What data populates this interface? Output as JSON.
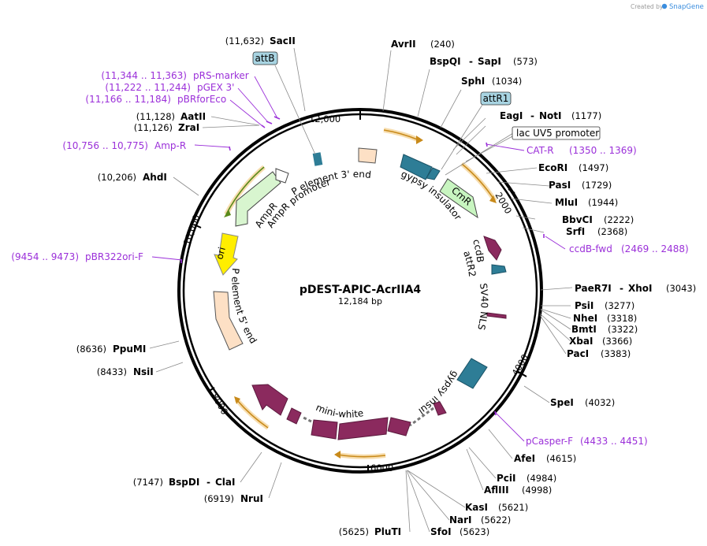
{
  "credit": {
    "prefix": "Created by",
    "brand": "SnapGene"
  },
  "plasmid": {
    "name": "pDEST-APIC-AcrIIA4",
    "length": "12,184 bp"
  },
  "ticks": [
    "12,000",
    "2000",
    "4000",
    "6000",
    "8000",
    "10,000"
  ],
  "enzymes": {
    "sacii": {
      "name": "SacII",
      "pos": "(11,632)"
    },
    "avrii": {
      "name": "AvrII",
      "pos": "(240)"
    },
    "bspqi": {
      "name": "BspQI",
      "sep": "-",
      "name2": "SapI",
      "pos": "(573)"
    },
    "sphi": {
      "name": "SphI",
      "pos": "(1034)"
    },
    "eagi": {
      "name": "EagI",
      "sep": "-",
      "name2": "NotI",
      "pos": "(1177)"
    },
    "ecori": {
      "name": "EcoRI",
      "pos": "(1497)"
    },
    "pasi": {
      "name": "PasI",
      "pos": "(1729)"
    },
    "mlui": {
      "name": "MluI",
      "pos": "(1944)"
    },
    "bbvci": {
      "name": "BbvCI",
      "pos": "(2222)"
    },
    "srfi": {
      "name": "SrfI",
      "pos": "(2368)"
    },
    "paer7i": {
      "name": "PaeR7I",
      "sep": "-",
      "name2": "XhoI",
      "pos": "(3043)"
    },
    "psii": {
      "name": "PsiI",
      "pos": "(3277)"
    },
    "nhei": {
      "name": "NheI",
      "pos": "(3318)"
    },
    "bmti": {
      "name": "BmtI",
      "pos": "(3322)"
    },
    "xbai": {
      "name": "XbaI",
      "pos": "(3366)"
    },
    "paci": {
      "name": "PacI",
      "pos": "(3383)"
    },
    "spei": {
      "name": "SpeI",
      "pos": "(4032)"
    },
    "afei": {
      "name": "AfeI",
      "pos": "(4615)"
    },
    "pcii": {
      "name": "PciI",
      "pos": "(4984)"
    },
    "afliii": {
      "name": "AflIII",
      "pos": "(4998)"
    },
    "kasi": {
      "name": "KasI",
      "pos": "(5621)"
    },
    "nari": {
      "name": "NarI",
      "pos": "(5622)"
    },
    "sfoi": {
      "name": "SfoI",
      "pos": "(5623)"
    },
    "pluti": {
      "name": "PluTI",
      "pos": "(5625)"
    },
    "nrui": {
      "name": "NruI",
      "pos": "(6919)"
    },
    "bspdi": {
      "name": "BspDI",
      "sep": "-",
      "name2": "ClaI",
      "pos": "(7147)"
    },
    "nsii": {
      "name": "NsiI",
      "pos": "(8433)"
    },
    "ppumi": {
      "name": "PpuMI",
      "pos": "(8636)"
    },
    "ahdi": {
      "name": "AhdI",
      "pos": "(10,206)"
    },
    "zrai": {
      "name": "ZraI",
      "pos": "(11,126)"
    },
    "aatii": {
      "name": "AatII",
      "pos": "(11,128)"
    }
  },
  "primers": {
    "prs": {
      "range": "(11,344 .. 11,363)",
      "name": "pRS-marker"
    },
    "pgex": {
      "range": "(11,222 .. 11,244)",
      "name": "pGEX 3'"
    },
    "pbr": {
      "range": "(11,166 .. 11,184)",
      "name": "pBRforEco"
    },
    "ampr": {
      "range": "(10,756 .. 10,775)",
      "name": "Amp-R"
    },
    "pbr322": {
      "range": "(9454 .. 9473)",
      "name": "pBR322ori-F"
    },
    "catr": {
      "name": "CAT-R",
      "range": "(1350 .. 1369)"
    },
    "ccdbfwd": {
      "name": "ccdB-fwd",
      "range": "(2469 .. 2488)"
    },
    "pcasper": {
      "name": "pCasper-F",
      "range": "(4433 .. 4451)"
    }
  },
  "boxes": {
    "attb": "attB",
    "attr1": "attR1",
    "lacuv5": "lac UV5 promoter"
  },
  "features": {
    "p3": "P element 3' end",
    "gyp1": "gypsy insulator",
    "cmr": "CmR",
    "ccdb": "ccdB",
    "attr2": "attR2",
    "sv40": "SV40 NLS",
    "gyp2": "gypsy insulator",
    "miniwhite": "mini-white",
    "p5": "P element 5' end",
    "ori": "ori",
    "ampr": "AmpR",
    "amprprom": "AmpR promoter"
  },
  "colors": {
    "backbone": "#000000",
    "primer": "#9b30d9",
    "gypsy": "#2e7d96",
    "miniwhite": "#8b2a5e",
    "pelement": "#fde0c5",
    "cmr": "#c8f5c0",
    "ampr": "#d8f5cf",
    "ori": "#ffee00",
    "attbox": "#a8d4e2",
    "orf": "#f5a623"
  }
}
